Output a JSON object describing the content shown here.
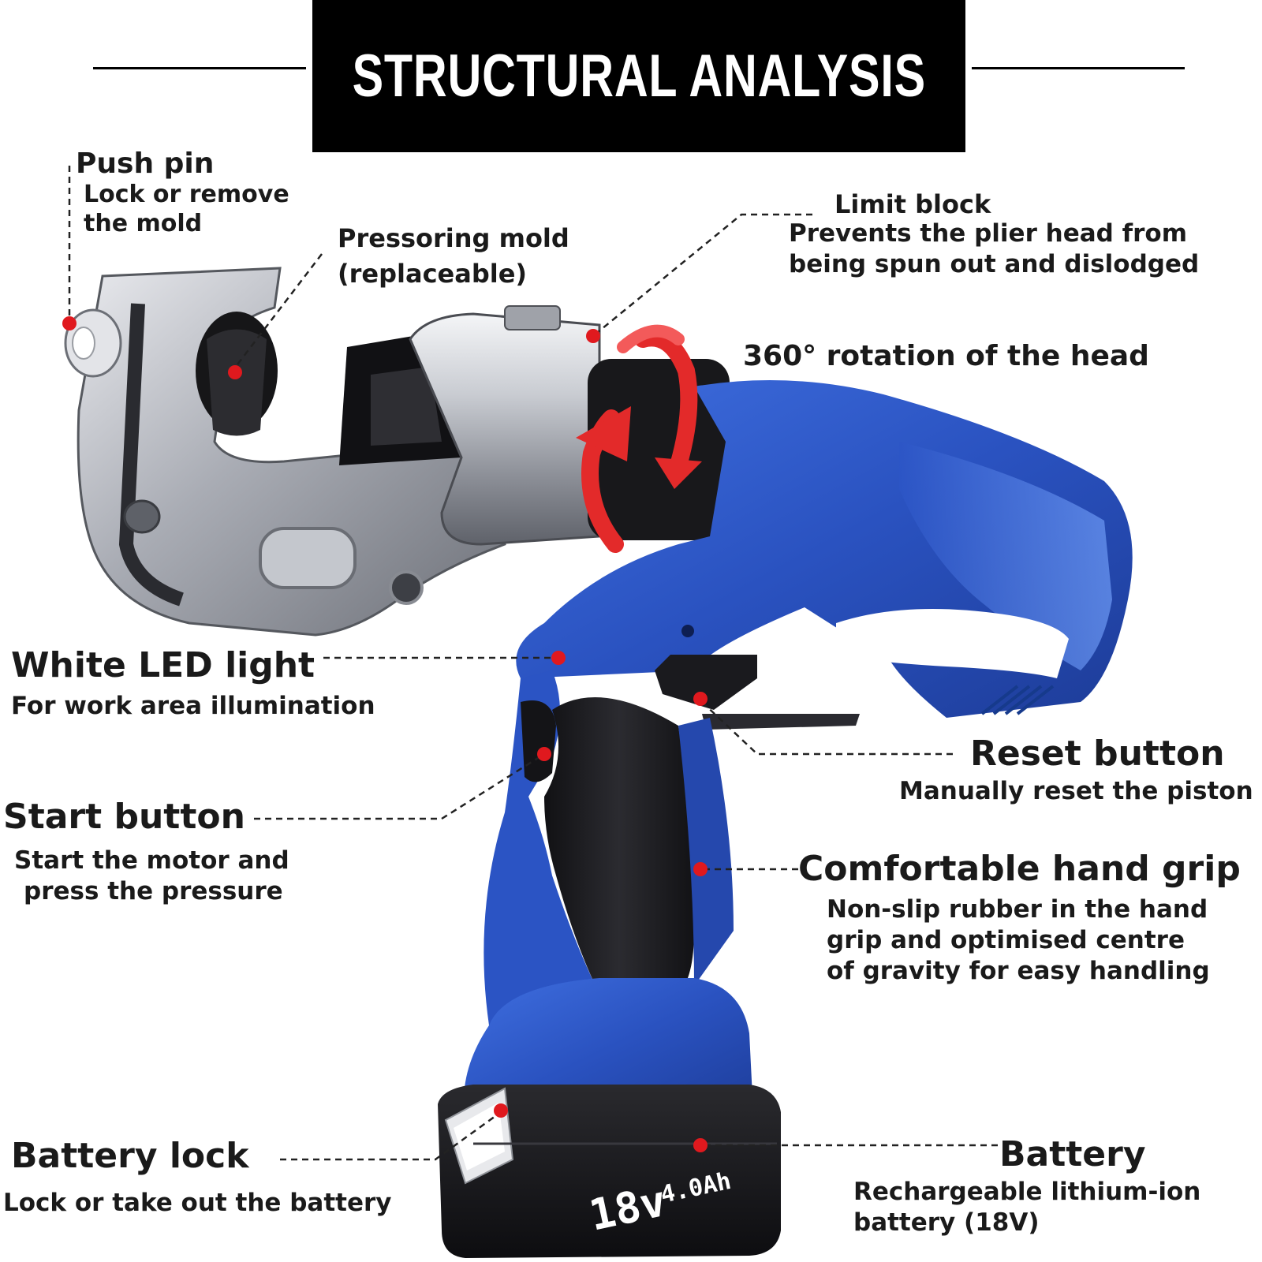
{
  "header": {
    "title": "STRUCTURAL ANALYSIS"
  },
  "callouts": {
    "push_pin": {
      "title": "Push pin",
      "desc": [
        "Lock or remove",
        "the mold"
      ]
    },
    "pressoring_mold": {
      "title": [
        "Pressoring mold",
        "(replaceable)"
      ]
    },
    "limit_block": {
      "title": "Limit block",
      "desc": [
        "Prevents the plier head from",
        "being spun out and dislodged"
      ]
    },
    "rotation": {
      "title": "360° rotation of the head"
    },
    "led": {
      "title": "White LED light",
      "desc": [
        "For work area illumination"
      ]
    },
    "reset": {
      "title": "Reset button",
      "desc": [
        "Manually reset the piston"
      ]
    },
    "start": {
      "title": "Start button",
      "desc": [
        "Start the motor and",
        "press the pressure"
      ]
    },
    "grip": {
      "title": "Comfortable hand grip",
      "desc": [
        "Non-slip rubber in the hand",
        "grip and optimised centre",
        "of gravity for easy handling"
      ]
    },
    "battery_lock": {
      "title": "Battery lock",
      "desc": [
        "Lock or take out the battery"
      ]
    },
    "battery": {
      "title": "Battery",
      "desc": [
        "Rechargeable lithium-ion",
        "battery (18V)"
      ]
    }
  },
  "battery_markings": {
    "voltage": "18v",
    "capacity": "4.0Ah"
  },
  "colors": {
    "tool_blue": "#2d57c4",
    "rubber_black": "#1e1e22",
    "steel": "#b9bcc2",
    "marker_red": "#e0191e",
    "rotation_arrow": "#e32a2a"
  },
  "icons": [
    "callout-marker-dot",
    "rotation-arrow"
  ]
}
